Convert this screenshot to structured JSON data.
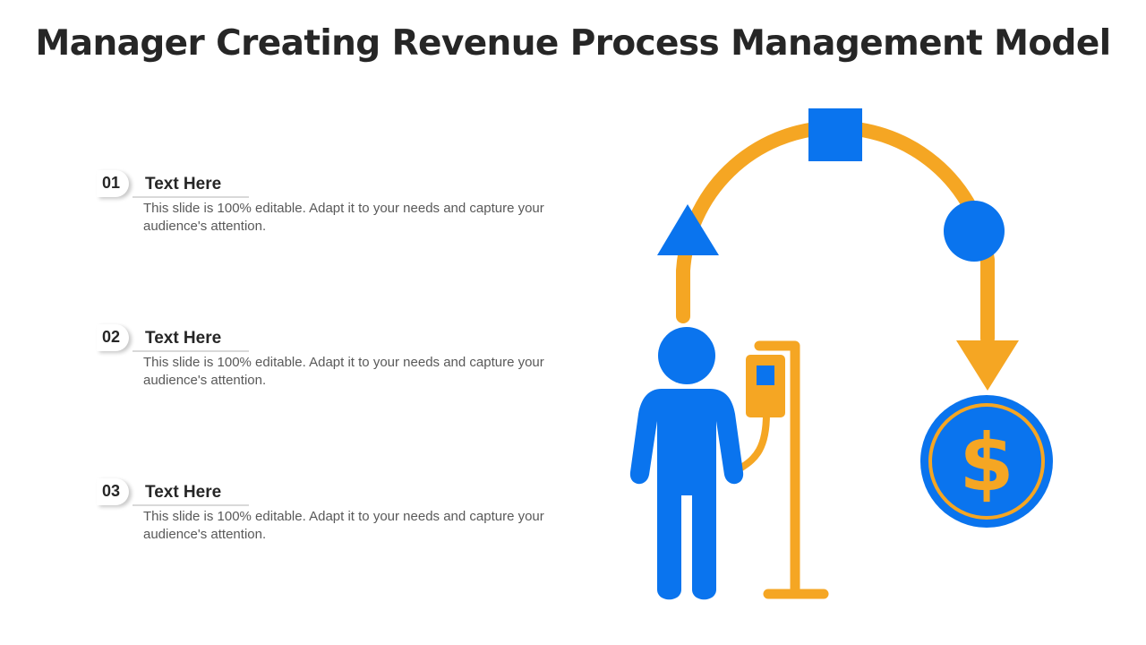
{
  "title": "Manager Creating Revenue Process Management Model",
  "steps": [
    {
      "number": "01",
      "heading": "Text Here",
      "description": "This slide is 100% editable. Adapt it to your needs and capture your audience's attention."
    },
    {
      "number": "02",
      "heading": "Text Here",
      "description": "This slide is 100% editable. Adapt it to your needs and capture your audience's attention."
    },
    {
      "number": "03",
      "heading": "Text Here",
      "description": "This slide is 100% editable. Adapt it to your needs and capture your audience's attention."
    }
  ],
  "diagram": {
    "currency_symbol": "$",
    "icons": [
      "triangle-icon",
      "square-icon",
      "circle-icon",
      "arrow-down-icon",
      "dollar-coin-icon",
      "person-icon",
      "card-terminal-icon"
    ]
  },
  "colors": {
    "blue": "#0A74EE",
    "orange": "#F5A623",
    "text": "#262626",
    "muted": "#595959"
  }
}
